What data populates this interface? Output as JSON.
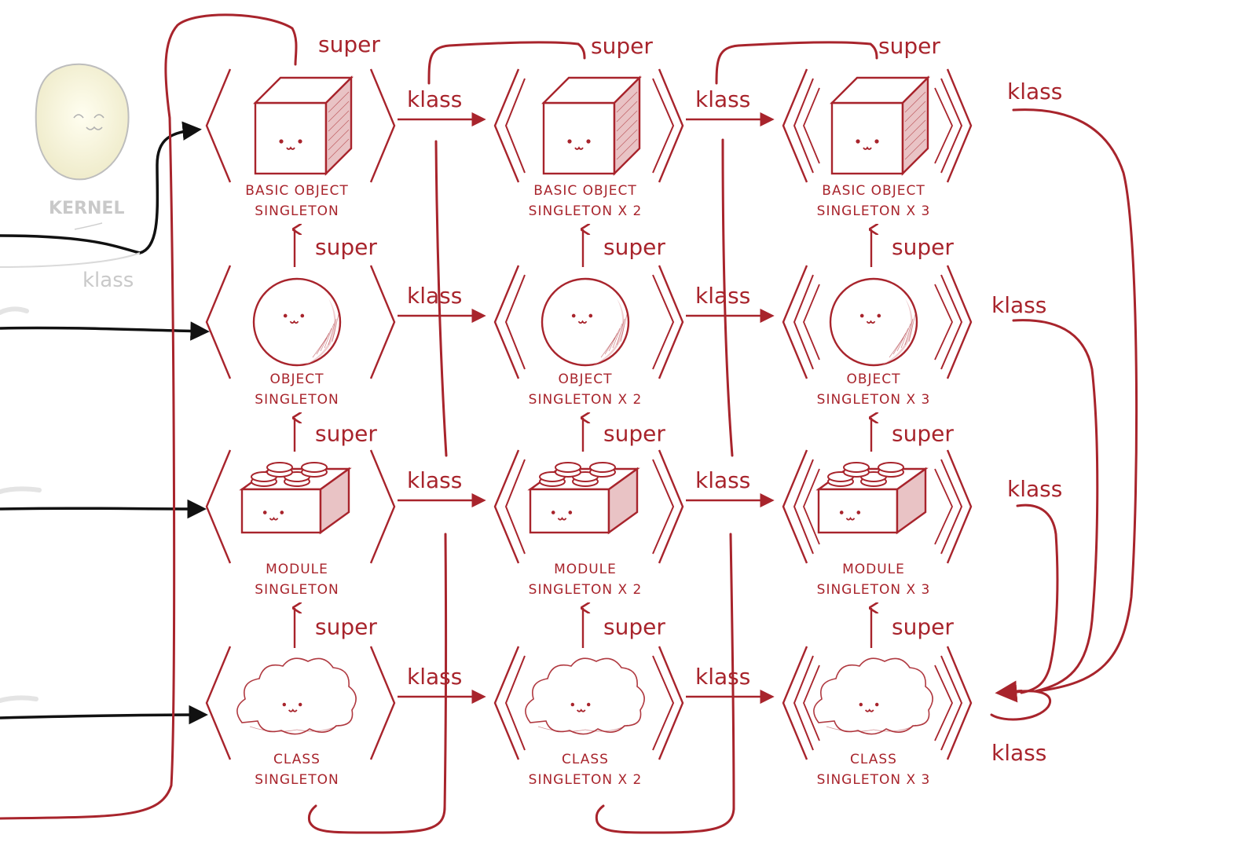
{
  "colors": {
    "ink": "#a8242c",
    "black_arrow": "#111111",
    "faint": "#c9c9c9"
  },
  "background": {
    "kernel_label": "KERNEL",
    "klass_label": "klass"
  },
  "edge_labels": {
    "super": "super",
    "klass": "klass"
  },
  "columns": [
    {
      "nodes": [
        {
          "icon": "cube-icon",
          "line1": "BASIC OBJECT",
          "line2": "SINGLETON"
        },
        {
          "icon": "sphere-icon",
          "line1": "OBJECT",
          "line2": "SINGLETON"
        },
        {
          "icon": "brick-icon",
          "line1": "MODULE",
          "line2": "SINGLETON"
        },
        {
          "icon": "cloud-icon",
          "line1": "CLASS",
          "line2": "SINGLETON"
        }
      ]
    },
    {
      "nodes": [
        {
          "icon": "cube-icon",
          "line1": "BASIC OBJECT",
          "line2": "SINGLETON X 2"
        },
        {
          "icon": "sphere-icon",
          "line1": "OBJECT",
          "line2": "SINGLETON X 2"
        },
        {
          "icon": "brick-icon",
          "line1": "MODULE",
          "line2": "SINGLETON X 2"
        },
        {
          "icon": "cloud-icon",
          "line1": "CLASS",
          "line2": "SINGLETON X 2"
        }
      ]
    },
    {
      "nodes": [
        {
          "icon": "cube-icon",
          "line1": "BASIC OBJECT",
          "line2": "SINGLETON X 3"
        },
        {
          "icon": "sphere-icon",
          "line1": "OBJECT",
          "line2": "SINGLETON X 3"
        },
        {
          "icon": "brick-icon",
          "line1": "MODULE",
          "line2": "SINGLETON X 3"
        },
        {
          "icon": "cloud-icon",
          "line1": "CLASS",
          "line2": "SINGLETON X 3"
        }
      ]
    }
  ]
}
